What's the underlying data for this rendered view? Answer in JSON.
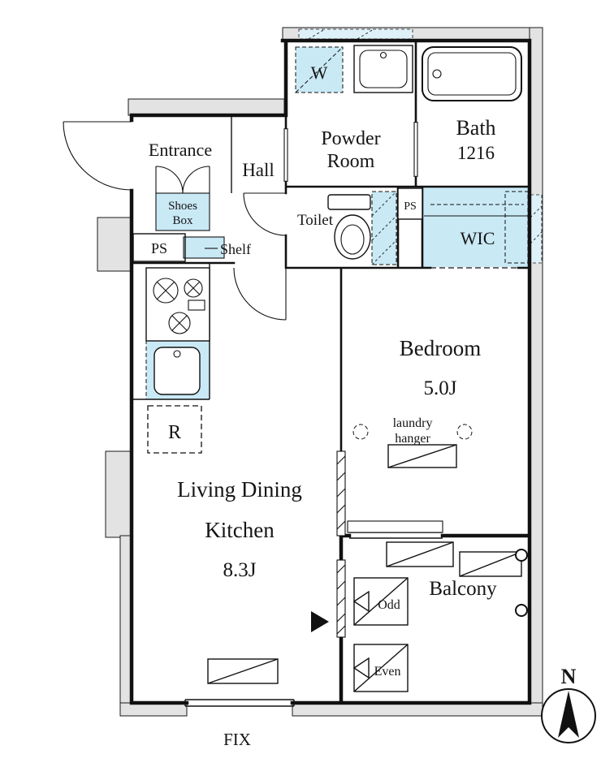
{
  "plan": {
    "rooms": {
      "entrance": {
        "label": "Entrance"
      },
      "hall": {
        "label": "Hall"
      },
      "powder_room": {
        "line1": "Powder",
        "line2": "Room"
      },
      "bath": {
        "label": "Bath",
        "size": "1216"
      },
      "toilet": {
        "label": "Toilet"
      },
      "wic": {
        "label": "WIC"
      },
      "bedroom": {
        "label": "Bedroom",
        "size": "5.0J"
      },
      "living_dining_kitchen": {
        "line1": "Living Dining",
        "line2": "Kitchen",
        "size": "8.3J"
      },
      "balcony": {
        "label": "Balcony"
      }
    },
    "features": {
      "shoes_box": {
        "line1": "Shoes",
        "line2": "Box"
      },
      "pipe_space_left": {
        "label": "PS"
      },
      "pipe_space_right": {
        "label": "PS"
      },
      "shelf": {
        "label": "Shelf"
      },
      "washing_machine": {
        "label": "W"
      },
      "refrigerator": {
        "label": "R"
      },
      "laundry_hanger": {
        "line1": "laundry",
        "line2": "hanger"
      },
      "balcony_odd": {
        "label": "Odd"
      },
      "balcony_even": {
        "label": "Even"
      },
      "fix_window": {
        "label": "FIX"
      }
    },
    "compass": {
      "north": "N"
    },
    "colors": {
      "water_fixture": "#c9e9f5",
      "window_glass": "#def1f9",
      "wall_fill": "#e3e3e3",
      "line": "#111111"
    }
  }
}
